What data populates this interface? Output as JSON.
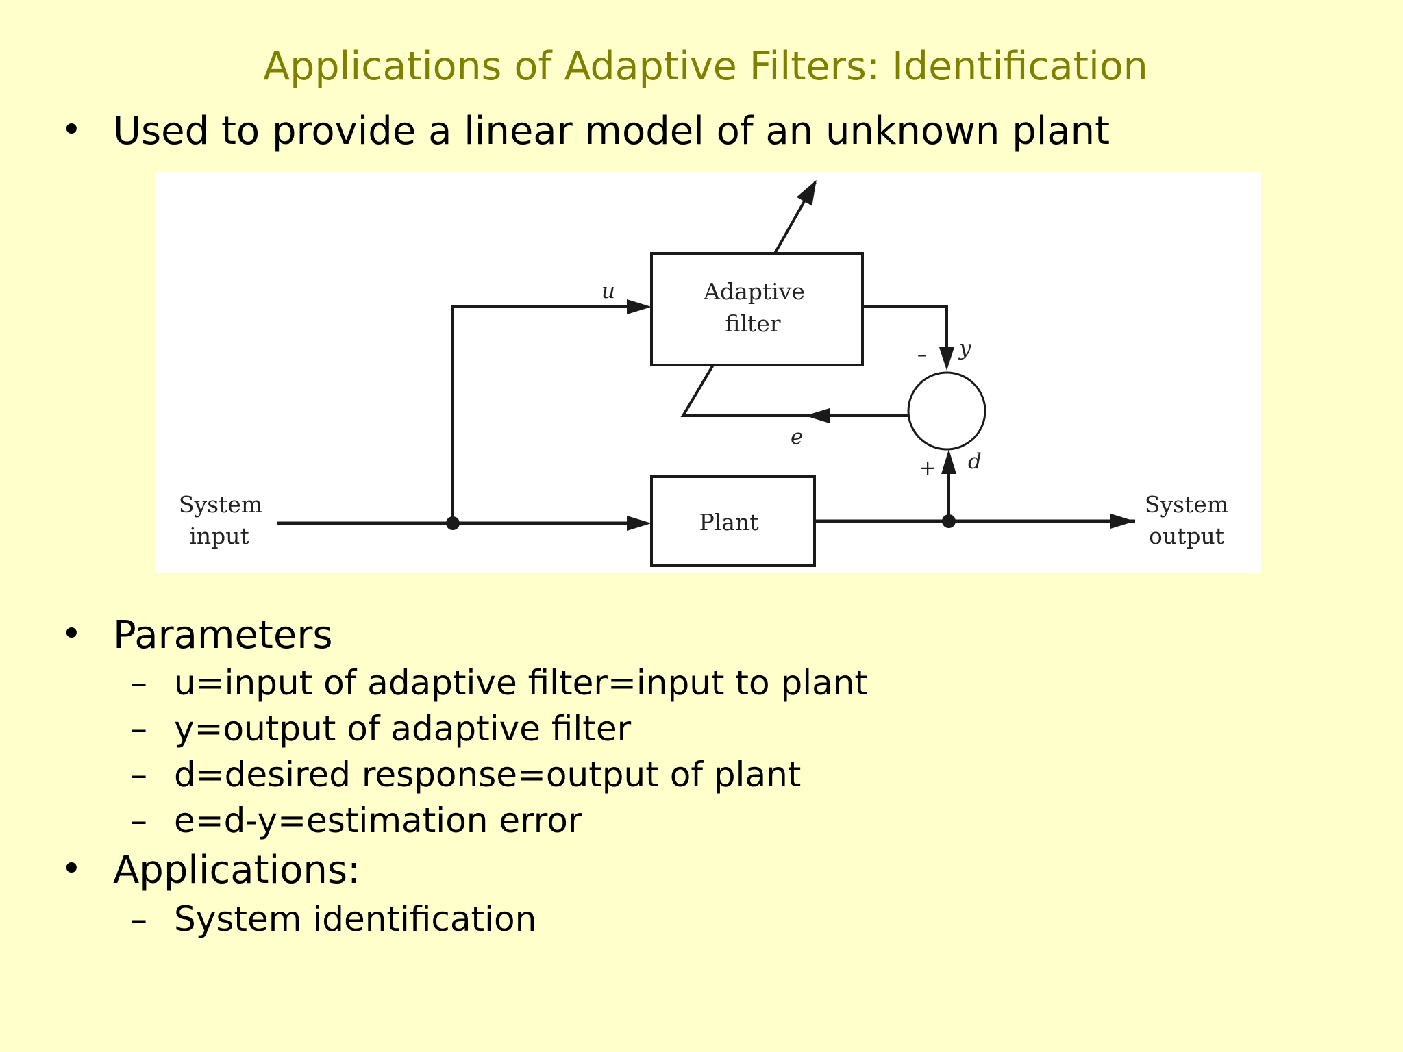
{
  "slide": {
    "title": "Applications of Adaptive Filters: Identification",
    "bullets": [
      {
        "marker": "•",
        "text": "Used to provide a linear model of an unknown plant"
      },
      {
        "marker": "•",
        "text": "Parameters",
        "sub": [
          {
            "marker": "–",
            "text": "u=input of adaptive filter=input to plant"
          },
          {
            "marker": "–",
            "text": "y=output of adaptive filter"
          },
          {
            "marker": "–",
            "text": "d=desired response=output of plant"
          },
          {
            "marker": "–",
            "text": "e=d-y=estimation error"
          }
        ]
      },
      {
        "marker": "•",
        "text": "Applications:",
        "sub": [
          {
            "marker": "–",
            "text": "System identification"
          }
        ]
      }
    ]
  },
  "diagram": {
    "adaptive_filter_label_line1": "Adaptive",
    "adaptive_filter_label_line2": "filter",
    "plant_label": "Plant",
    "system_input_line1": "System",
    "system_input_line2": "input",
    "system_output_line1": "System",
    "system_output_line2": "output",
    "signal_u": "u",
    "signal_y": "y",
    "signal_e": "e",
    "signal_d": "d",
    "sign_minus": "–",
    "sign_plus": "+"
  },
  "colors": {
    "background": "#ffffcc",
    "title": "#808000",
    "diagram_background": "#ffffff",
    "diagram_lines": "#1a1a1a"
  }
}
